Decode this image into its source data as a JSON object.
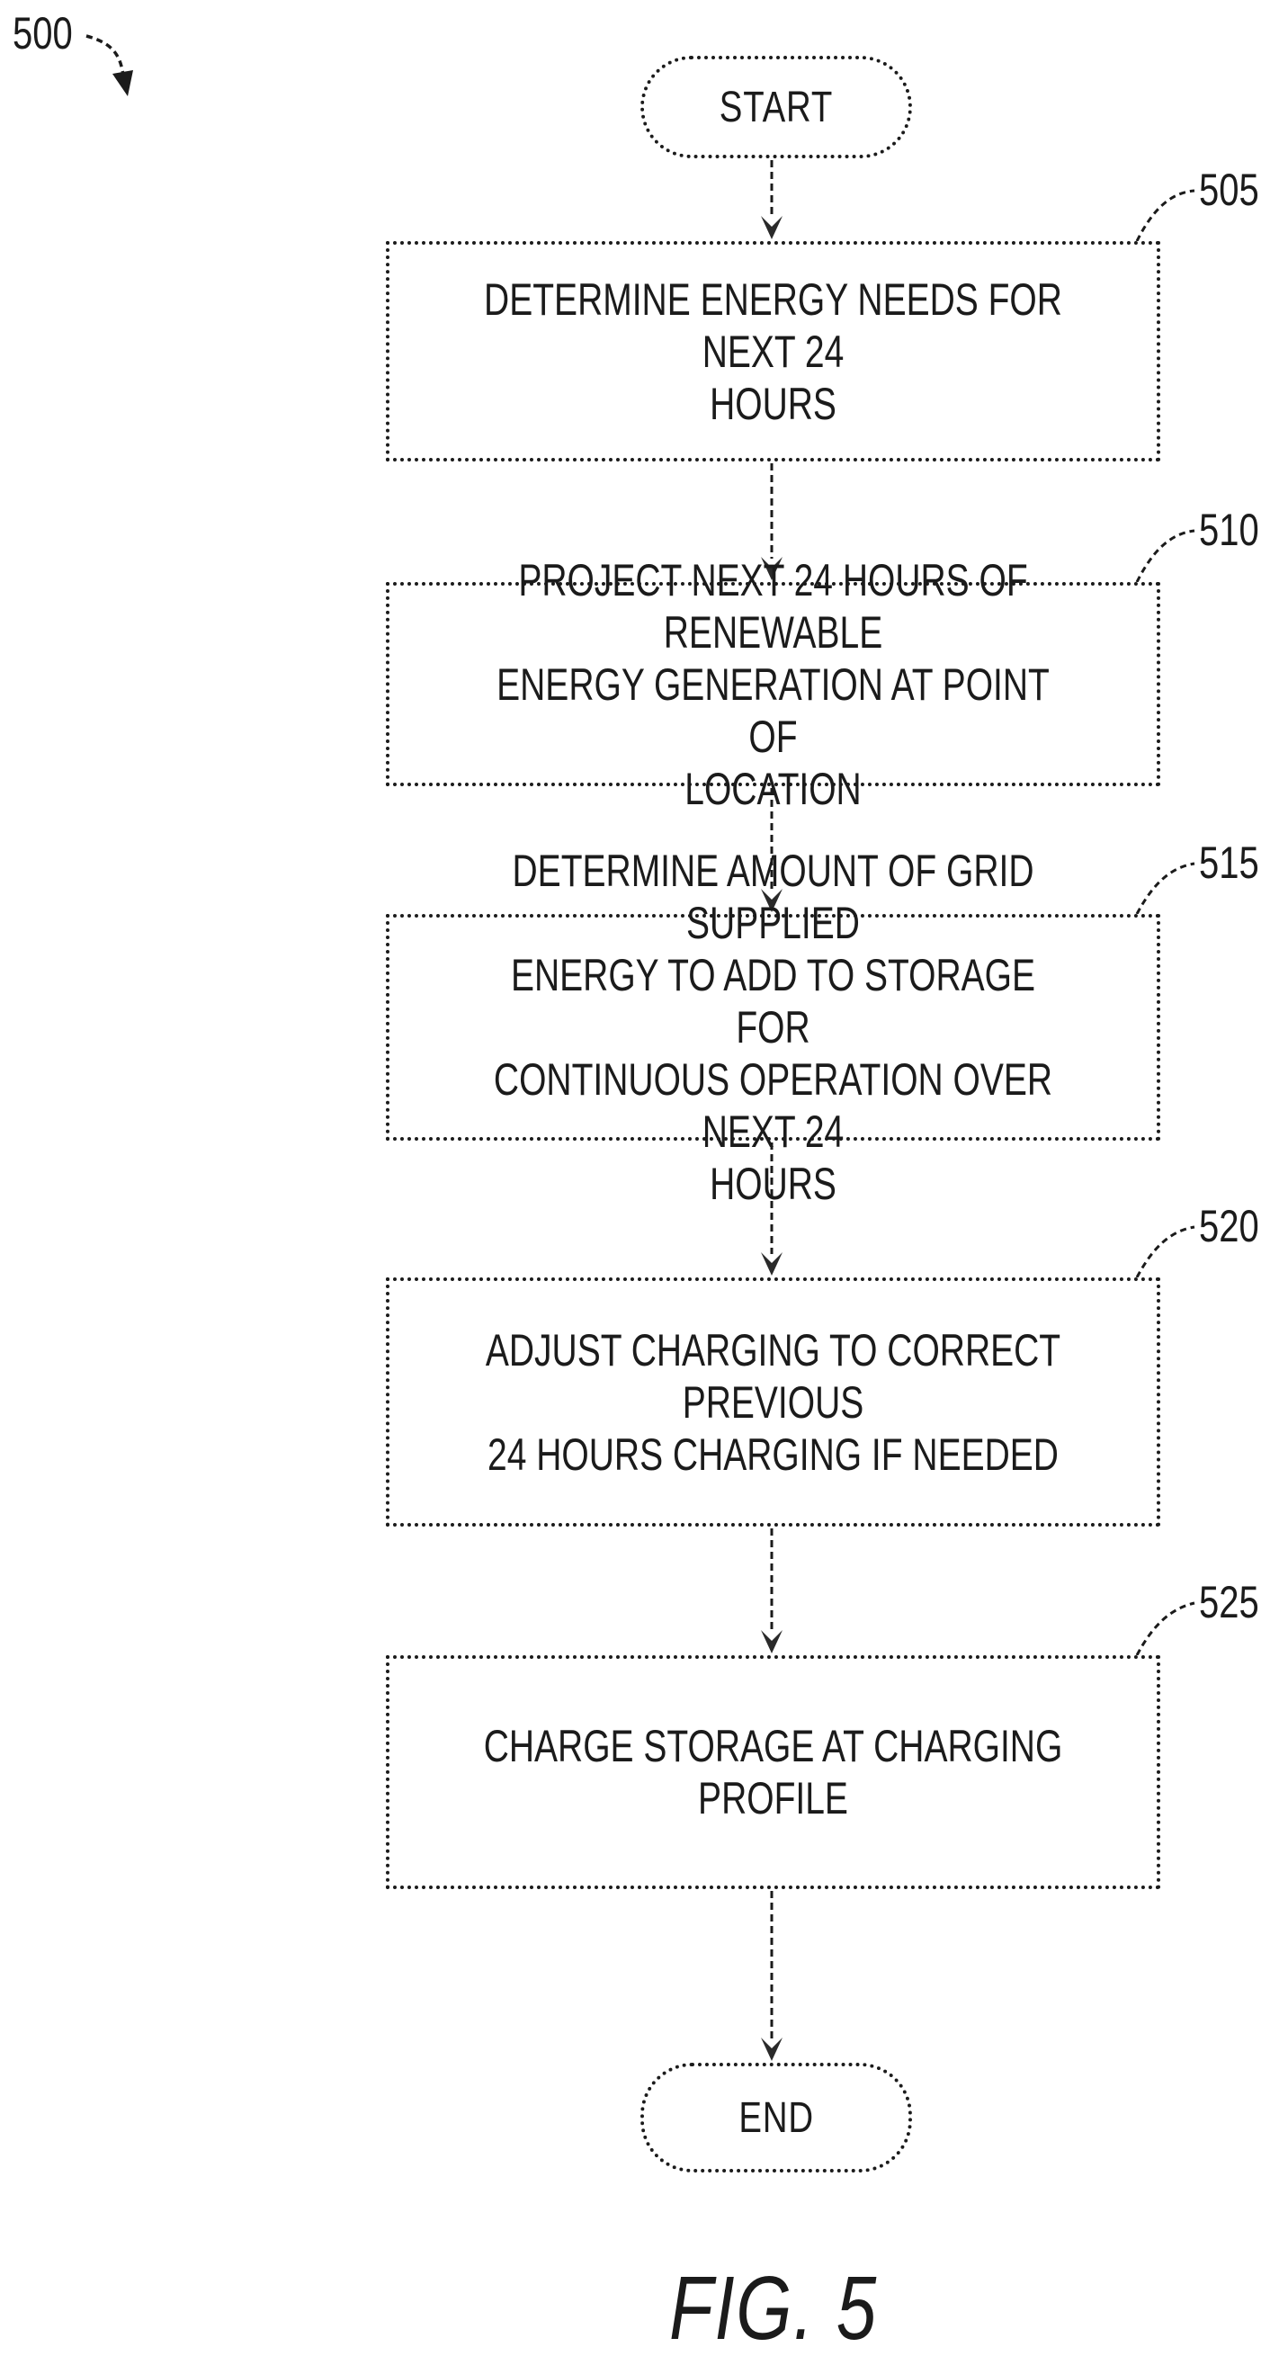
{
  "figure": {
    "ref_label": "500",
    "caption": "FIG. 5"
  },
  "terminals": {
    "start": "START",
    "end": "END"
  },
  "steps": [
    {
      "ref": "505",
      "text": "DETERMINE ENERGY NEEDS FOR NEXT 24\nHOURS"
    },
    {
      "ref": "510",
      "text": "PROJECT NEXT 24 HOURS OF RENEWABLE\nENERGY GENERATION AT POINT OF\nLOCATION"
    },
    {
      "ref": "515",
      "text": "DETERMINE AMOUNT OF GRID SUPPLIED\nENERGY TO ADD TO STORAGE FOR\nCONTINUOUS OPERATION OVER NEXT 24\nHOURS"
    },
    {
      "ref": "520",
      "text": "ADJUST CHARGING  TO CORRECT PREVIOUS\n24 HOURS CHARGING IF NEEDED"
    },
    {
      "ref": "525",
      "text": "CHARGE STORAGE AT CHARGING PROFILE"
    }
  ],
  "colors": {
    "ink": "#1b1b1b",
    "paper": "#ffffff"
  }
}
